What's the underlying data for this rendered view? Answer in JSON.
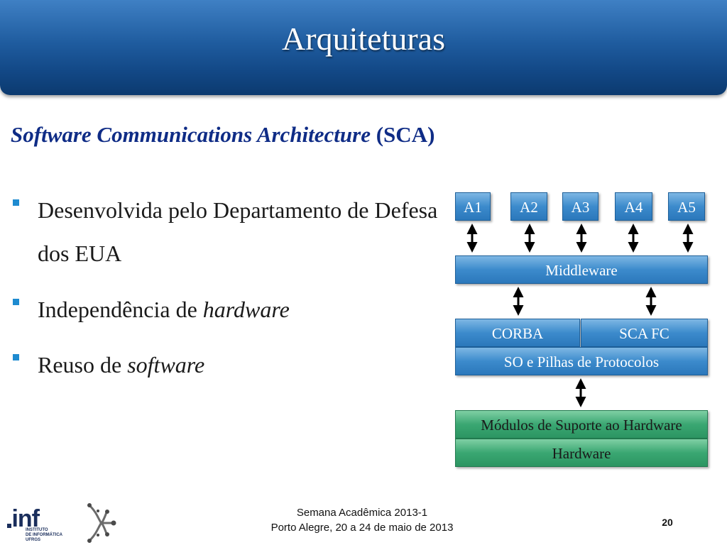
{
  "header": {
    "title": "Arquiteturas"
  },
  "subtitle": {
    "italic": "Software Communications Architecture",
    "plain": " (SCA)"
  },
  "bullets": [
    {
      "text": "Desenvolvida pelo Departamento de Defesa dos EUA",
      "italic": ""
    },
    {
      "text": "Independência de ",
      "italic": "hardware"
    },
    {
      "text": "Reuso de ",
      "italic": "software"
    }
  ],
  "diagram": {
    "apps": [
      "A1",
      "A2",
      "A3",
      "A4",
      "A5"
    ],
    "middleware": "Middleware",
    "corba": "CORBA",
    "sca_fc": "SCA FC",
    "so": "SO e Pilhas de Protocolos",
    "modules": "Módulos de Suporte ao Hardware",
    "hardware": "Hardware"
  },
  "footer": {
    "line1": "Semana Acadêmica 2013-1",
    "line2": "Porto Alegre, 20 a 24 de maio de 2013",
    "page": "20"
  },
  "logo": {
    "inf_text": ".inf",
    "inf_sub1": "INSTITUTO",
    "inf_sub2": "DE INFORMÁTICA",
    "inf_sub3": "UFRGS"
  },
  "colors": {
    "header": "#1f5c9f",
    "subtitle": "#0f2c86",
    "bullet": "#1e8bd0",
    "blue_box": "#3c8bcc",
    "green_box": "#3aa772"
  }
}
